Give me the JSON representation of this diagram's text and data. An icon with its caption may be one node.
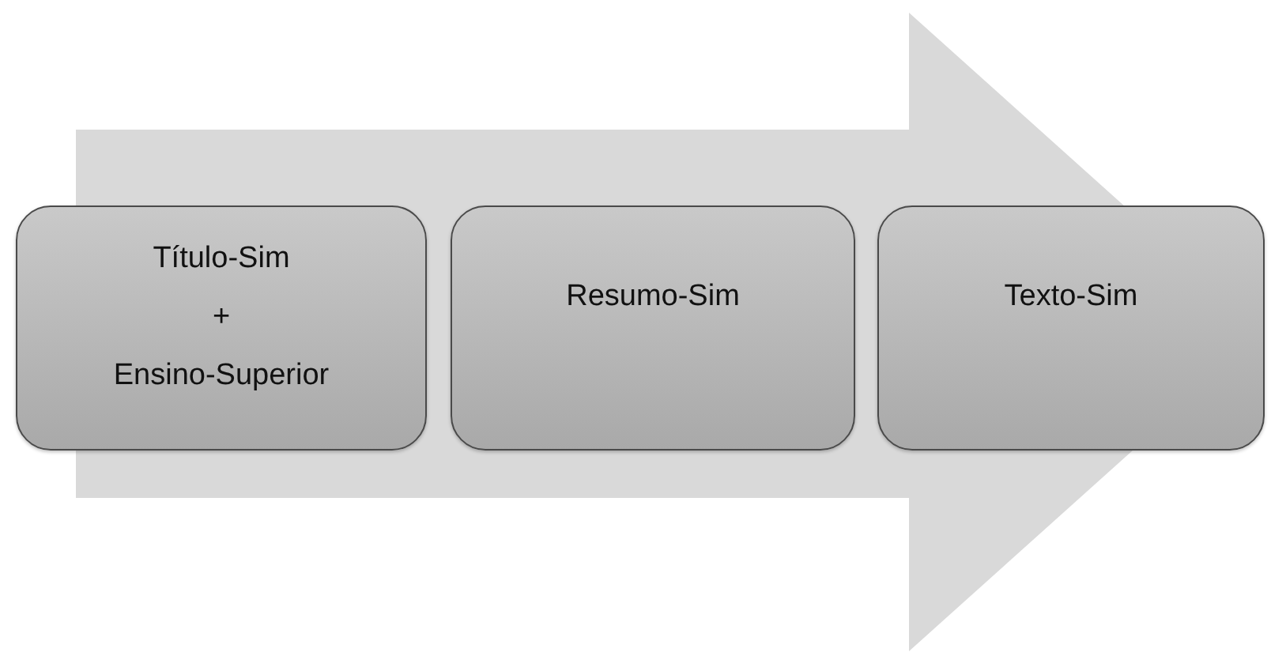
{
  "diagram": {
    "nodes": [
      {
        "text": [
          "Título-Sim",
          "+",
          "Ensino-Superior"
        ]
      },
      {
        "text": [
          "Resumo-Sim"
        ]
      },
      {
        "text": [
          "Texto-Sim"
        ]
      }
    ],
    "edges": [
      {
        "from": 0,
        "to": 2,
        "arrow": "to"
      }
    ]
  }
}
